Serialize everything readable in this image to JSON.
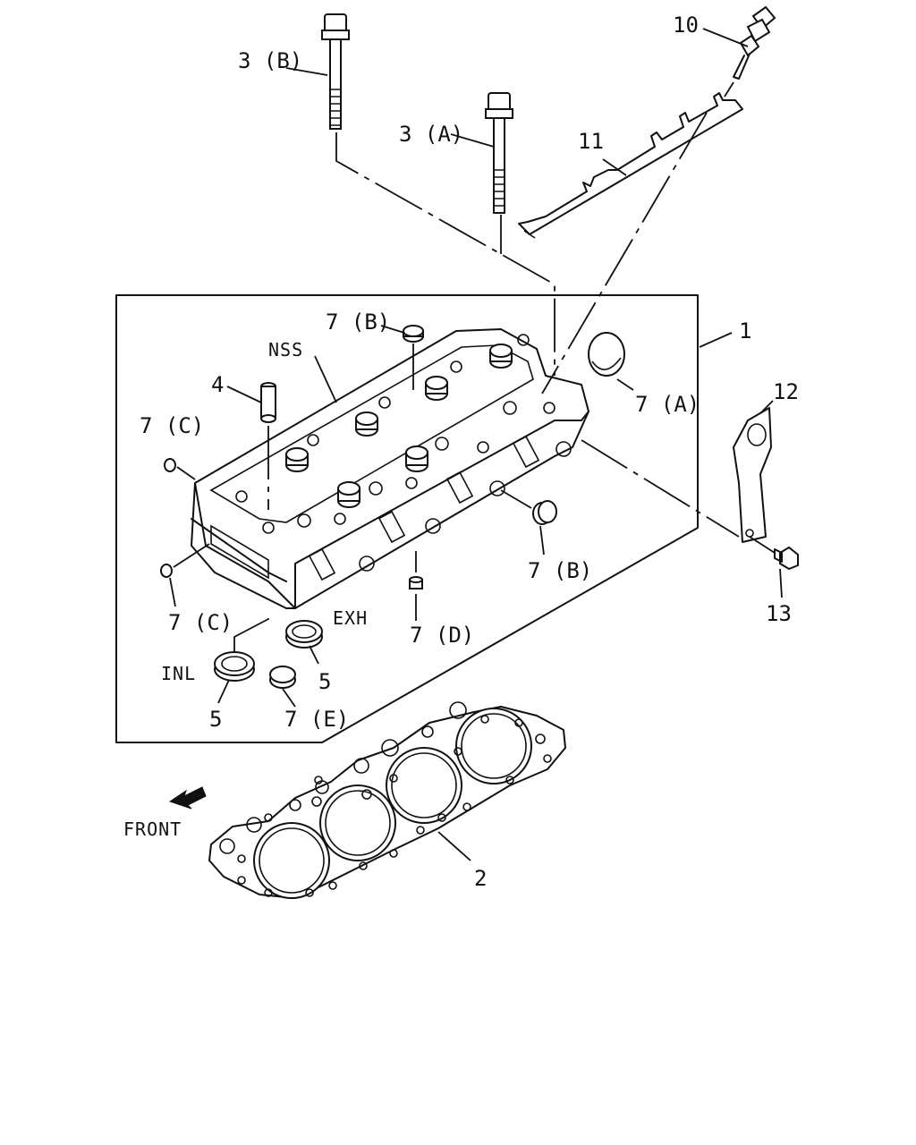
{
  "labels": {
    "p1": "1",
    "p2": "2",
    "p3a": "3 (A)",
    "p3b": "3 (B)",
    "p4": "4",
    "p5_left": "5",
    "p5_right": "5",
    "p7a": "7 (A)",
    "p7b_top": "7 (B)",
    "p7b_right": "7 (B)",
    "p7c_top": "7 (C)",
    "p7c_bottom": "7 (C)",
    "p7d": "7 (D)",
    "p7e": "7 (E)",
    "p10": "10",
    "p11": "11",
    "p12": "12",
    "p13": "13",
    "nss": "NSS",
    "exh": "EXH",
    "inl": "INL",
    "front": "FRONT"
  },
  "icons": {
    "front_arrow": "front-arrow-icon"
  }
}
